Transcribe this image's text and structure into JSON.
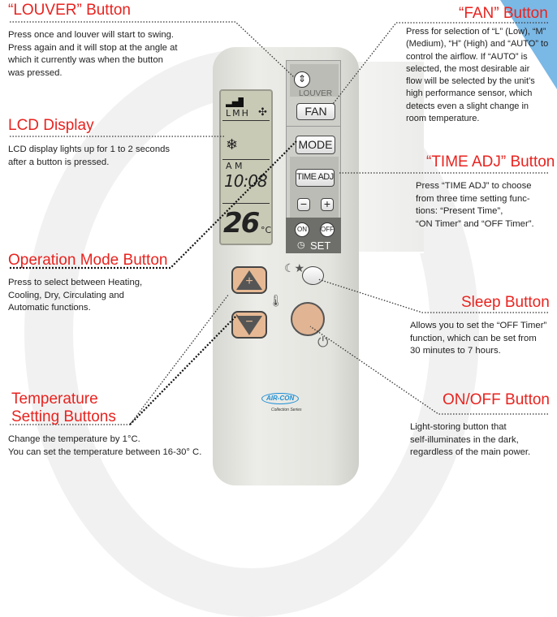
{
  "callouts": {
    "louver": {
      "title": "“LOUVER” Button",
      "lines": [
        "Press once and louver will start to swing.",
        "Press again and it will stop at the angle at",
        "which it currently was when the button",
        "was pressed."
      ]
    },
    "fan": {
      "title": "“FAN” Button",
      "lines": [
        "Press for selection of  “L”  (Low), “M”",
        "(Medium), “H” (High) and “AUTO” to",
        "control the airflow. If “AUTO” is",
        "selected, the most desirable air",
        "flow will be selected by the unit’s",
        "high performance sensor, which",
        "detects even a slight change in",
        "room temperature."
      ]
    },
    "lcd": {
      "title": "LCD Display",
      "lines": [
        "LCD display lights up for 1 to 2 seconds",
        "after a button is pressed."
      ]
    },
    "time_adj": {
      "title": "“TIME ADJ” Button",
      "lines": [
        "Press “TIME ADJ”  to choose",
        "from three time setting func-",
        "tions: “Present Time”,",
        "“ON Timer” and “OFF Timer”."
      ]
    },
    "mode": {
      "title": "Operation Mode Button",
      "lines": [
        "Press to select between Heating,",
        "Cooling, Dry, Circulating and",
        "Automatic functions."
      ]
    },
    "sleep": {
      "title": "Sleep Button",
      "lines": [
        "Allows you to set the “OFF Timer”",
        "function, which can be set from",
        "30 minutes to 7 hours."
      ]
    },
    "temperature": {
      "title_line1": "Temperature",
      "title_line2": "Setting Buttons",
      "lines": [
        "Change the temperature by 1°C.",
        "You can set the temperature between 16-30° C."
      ]
    },
    "onoff": {
      "title": "ON/OFF Button",
      "lines": [
        "Light-storing button that",
        "self-illuminates in the dark,",
        "regardless of the main power."
      ]
    }
  },
  "remote": {
    "lcd": {
      "fan_levels": "LMH",
      "period": "A M",
      "time": "10:08",
      "temperature": "26",
      "unit": "°C"
    },
    "louver_label": "LOUVER",
    "fan_label": "FAN",
    "mode_label": "MODE",
    "time_adj_label": "TIME ADJ",
    "minus_label": "−",
    "plus_label": "+",
    "on_label": "ON",
    "off_label": "OFF",
    "set_label": "SET",
    "logo": "AIR-CON",
    "logo_sub": "Collection Series"
  },
  "colors": {
    "title": "#e8231f",
    "accent_blue": "#7ab8e6",
    "button_peach": "#e6b994"
  }
}
